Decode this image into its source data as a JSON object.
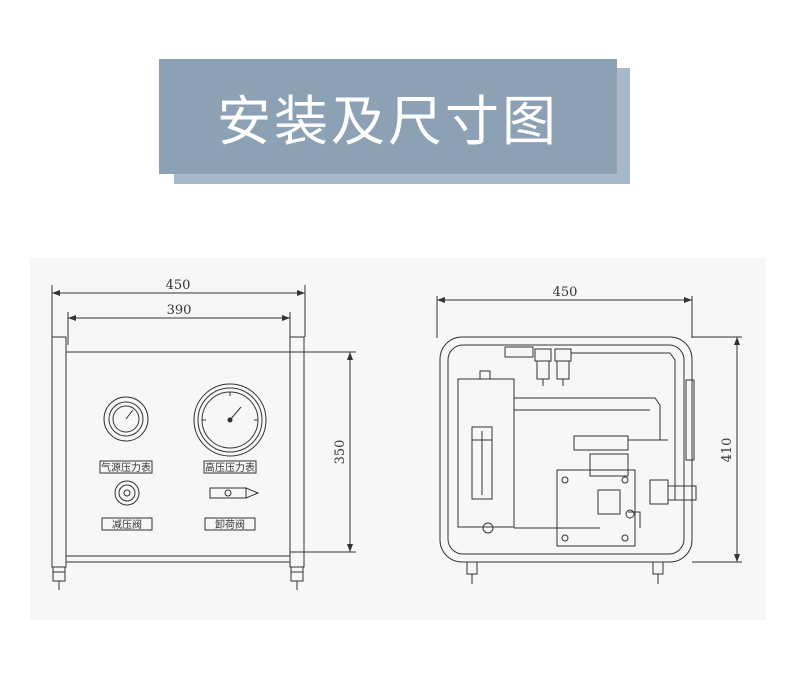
{
  "banner": {
    "title": "安装及尺寸图"
  },
  "front_view": {
    "width_outer": "450",
    "width_inner": "390",
    "height": "350",
    "labels": {
      "air_gauge": "气源压力表",
      "high_gauge": "高压压力表",
      "reducing_valve": "减压阀",
      "unload_valve": "卸荷阀"
    }
  },
  "side_view": {
    "width": "450",
    "height": "410"
  },
  "colors": {
    "banner": "#8da1b4",
    "banner_shadow": "#a9b8c8",
    "line": "#333333"
  }
}
